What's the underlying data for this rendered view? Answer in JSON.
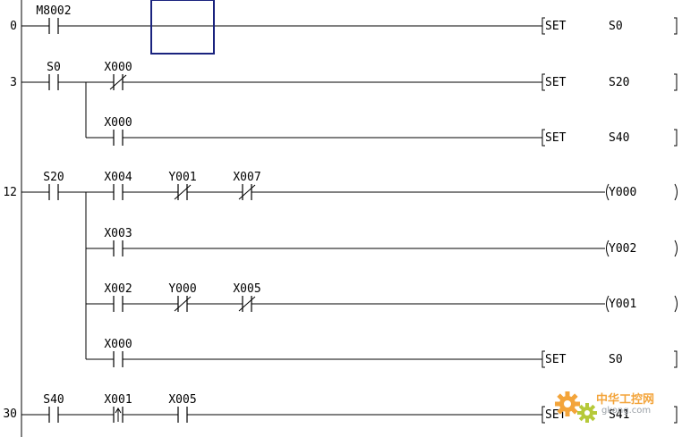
{
  "steps": [
    {
      "key": "s0",
      "label": "0"
    },
    {
      "key": "s3",
      "label": "3"
    },
    {
      "key": "s12",
      "label": "12"
    },
    {
      "key": "s30",
      "label": "30"
    }
  ],
  "contacts": [
    {
      "key": "c_m8002",
      "label": "M8002",
      "kind": "no"
    },
    {
      "key": "c_s0",
      "label": "S0",
      "kind": "no"
    },
    {
      "key": "c_x000a",
      "label": "X000",
      "kind": "nc"
    },
    {
      "key": "c_x000b",
      "label": "X000",
      "kind": "no"
    },
    {
      "key": "c_s20",
      "label": "S20",
      "kind": "no"
    },
    {
      "key": "c_x004",
      "label": "X004",
      "kind": "no"
    },
    {
      "key": "c_y001",
      "label": "Y001",
      "kind": "nc"
    },
    {
      "key": "c_x007",
      "label": "X007",
      "kind": "nc"
    },
    {
      "key": "c_x003",
      "label": "X003",
      "kind": "no"
    },
    {
      "key": "c_x002",
      "label": "X002",
      "kind": "no"
    },
    {
      "key": "c_y000",
      "label": "Y000",
      "kind": "nc"
    },
    {
      "key": "c_x005a",
      "label": "X005",
      "kind": "nc"
    },
    {
      "key": "c_x000c",
      "label": "X000",
      "kind": "no"
    },
    {
      "key": "c_s40",
      "label": "S40",
      "kind": "no"
    },
    {
      "key": "c_x001",
      "label": "X001",
      "kind": "rise"
    },
    {
      "key": "c_x005b",
      "label": "X005",
      "kind": "no"
    }
  ],
  "outputs": [
    {
      "key": "o1",
      "type": "set",
      "instr": "SET",
      "operand": "S0"
    },
    {
      "key": "o2",
      "type": "set",
      "instr": "SET",
      "operand": "S20"
    },
    {
      "key": "o3",
      "type": "set",
      "instr": "SET",
      "operand": "S40"
    },
    {
      "key": "o4",
      "type": "coil",
      "instr": "",
      "operand": "Y000"
    },
    {
      "key": "o5",
      "type": "coil",
      "instr": "",
      "operand": "Y002"
    },
    {
      "key": "o6",
      "type": "coil",
      "instr": "",
      "operand": "Y001"
    },
    {
      "key": "o7",
      "type": "set",
      "instr": "SET",
      "operand": "S0"
    },
    {
      "key": "o8",
      "type": "set",
      "instr": "SET",
      "operand": "S41"
    }
  ],
  "watermark": {
    "title": "中华工控网",
    "url": "gkong.com"
  },
  "colors": {
    "cursor": "#1a237e",
    "line": "#000000",
    "wm_orange": "#f3a43a",
    "wm_green": "#b6c93a"
  }
}
